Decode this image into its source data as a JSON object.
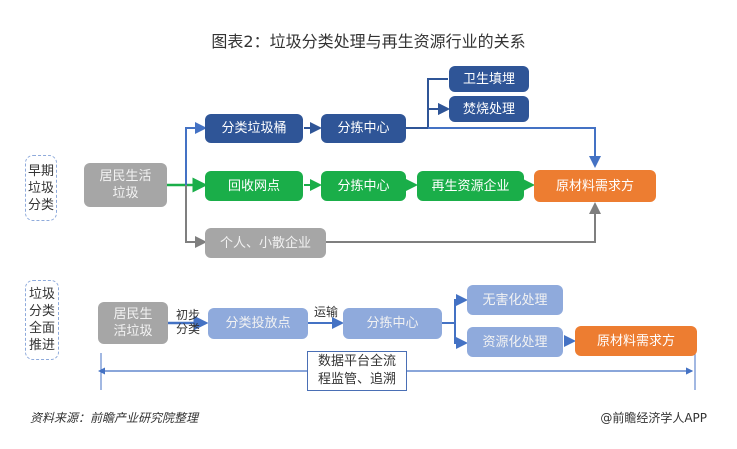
{
  "title": "图表2：垃圾分类处理与再生资源行业的关系",
  "colors": {
    "navy": "#2f5597",
    "green": "#1aae49",
    "gray": "#a6a6a6",
    "orange": "#ed7d31",
    "light_blue": "#8faadc"
  },
  "early_stage": {
    "label": "早期\n垃圾\n分类",
    "source": "居民生活\n垃圾",
    "route_navy": {
      "bin": "分类垃圾桶",
      "center": "分拣中心",
      "outputs": [
        "卫生填埋",
        "焚烧处理"
      ]
    },
    "route_green": {
      "point": "回收网点",
      "center": "分拣中心",
      "enterprise": "再生资源企业"
    },
    "route_gray": {
      "small": "个人、小散企业"
    },
    "demand": "原材料需求方"
  },
  "full_stage": {
    "label": "垃圾\n分类\n全面\n推进",
    "source": "居民生\n活垃圾",
    "step1_label": "初步\n分类",
    "drop_point": "分类投放点",
    "step2_label": "运输",
    "center": "分拣中心",
    "outputs": [
      "无害化处理",
      "资源化处理"
    ],
    "demand": "原材料需求方",
    "platform": "数据平台全流\n程监管、追溯"
  },
  "footer": {
    "source": "资料来源：前瞻产业研究院整理",
    "credit": "@前瞻经济学人APP"
  }
}
